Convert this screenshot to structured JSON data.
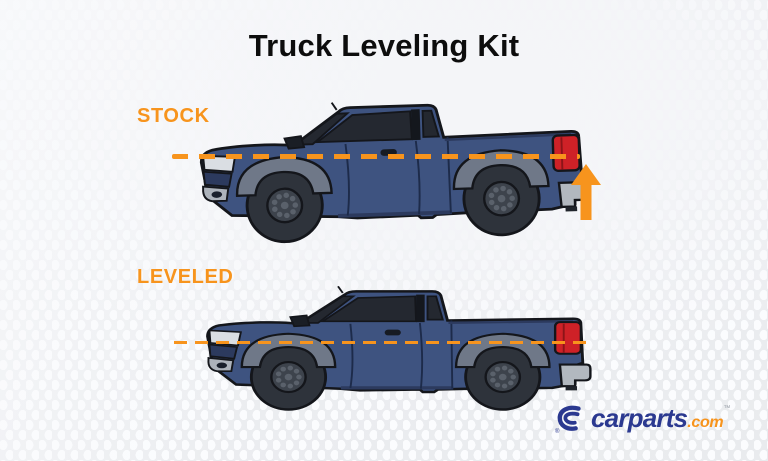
{
  "title": "Truck Leveling Kit",
  "sections": {
    "stock": {
      "label": "STOCK"
    },
    "leveled": {
      "label": "LEVELED"
    }
  },
  "annotations": {
    "lift_arrow": "up-arrow-icon",
    "stock_line": "dashed-reference-line",
    "leveled_line": "dashed-reference-line"
  },
  "illustrations": {
    "stock_truck": "blue-pickup-side-view",
    "leveled_truck": "blue-pickup-side-view"
  },
  "branding": {
    "name": "carparts",
    "tld": ".com",
    "trademark": "™",
    "registered": "®",
    "mark": "swirl-c-icon"
  },
  "colors": {
    "accent_orange": "#F7941D",
    "truck_blue": "#3E5380",
    "logo_blue": "#2B3990",
    "title_color": "#0D0D0D",
    "background": "#ECEDF0"
  }
}
